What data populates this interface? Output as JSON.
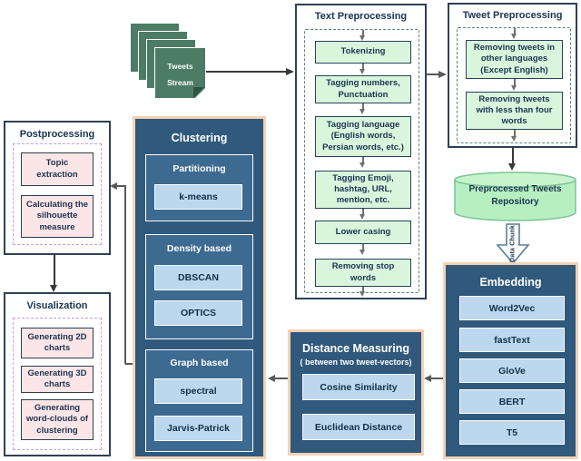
{
  "colors": {
    "panel_blue": "#30597b",
    "subpanel_blue": "#3d6a91",
    "item_blue": "#bdd7ee",
    "peach_border": "#f5d2b3",
    "green_fill": "#d9f6dd",
    "pink_fill": "#fce5e7",
    "purple_dash": "#c99cea",
    "repository_green": "#b7efc0",
    "document_green": "#4d7c66",
    "text_navy": "#19344f",
    "connector_gray": "#595959"
  },
  "tweets_stream": {
    "line1": "Tweets",
    "line2": "Stream"
  },
  "text_preprocessing": {
    "title": "Text Preprocessing",
    "steps": [
      "Tokenizing",
      "Tagging numbers, Punctuation",
      "Tagging language (English words, Persian words, etc.)",
      "Tagging Emoji, hashtag, URL, mention, etc.",
      "Lower casing",
      "Removing stop words"
    ]
  },
  "tweet_preprocessing": {
    "title": "Tweet Preprocessing",
    "steps": [
      "Removing tweets in other languages (Except English)",
      "Removing tweets with less than four words"
    ]
  },
  "repository": {
    "label": "Preprocessed Tweets Repository"
  },
  "data_chunk_arrow": {
    "label": "Data Chunk"
  },
  "embedding": {
    "title": "Embedding",
    "items": [
      "Word2Vec",
      "fastText",
      "GloVe",
      "BERT",
      "T5"
    ]
  },
  "distance_measuring": {
    "title": "Distance Measuring",
    "subtitle": "( between two tweet-vectors)",
    "items": [
      "Cosine Similarity",
      "Euclidean Distance"
    ]
  },
  "clustering": {
    "title": "Clustering",
    "groups": [
      {
        "title": "Partitioning",
        "items": [
          "k-means"
        ]
      },
      {
        "title": "Density based",
        "items": [
          "DBSCAN",
          "OPTICS"
        ]
      },
      {
        "title": "Graph based",
        "items": [
          "spectral",
          "Jarvis-Patrick"
        ]
      }
    ]
  },
  "postprocessing": {
    "title": "Postprocessing",
    "steps": [
      "Topic extraction",
      "Calculating the silhouette measure"
    ]
  },
  "visualization": {
    "title": "Visualization",
    "steps": [
      "Generating 2D charts",
      "Generating 3D charts",
      "Generating word-clouds of clustering"
    ]
  }
}
